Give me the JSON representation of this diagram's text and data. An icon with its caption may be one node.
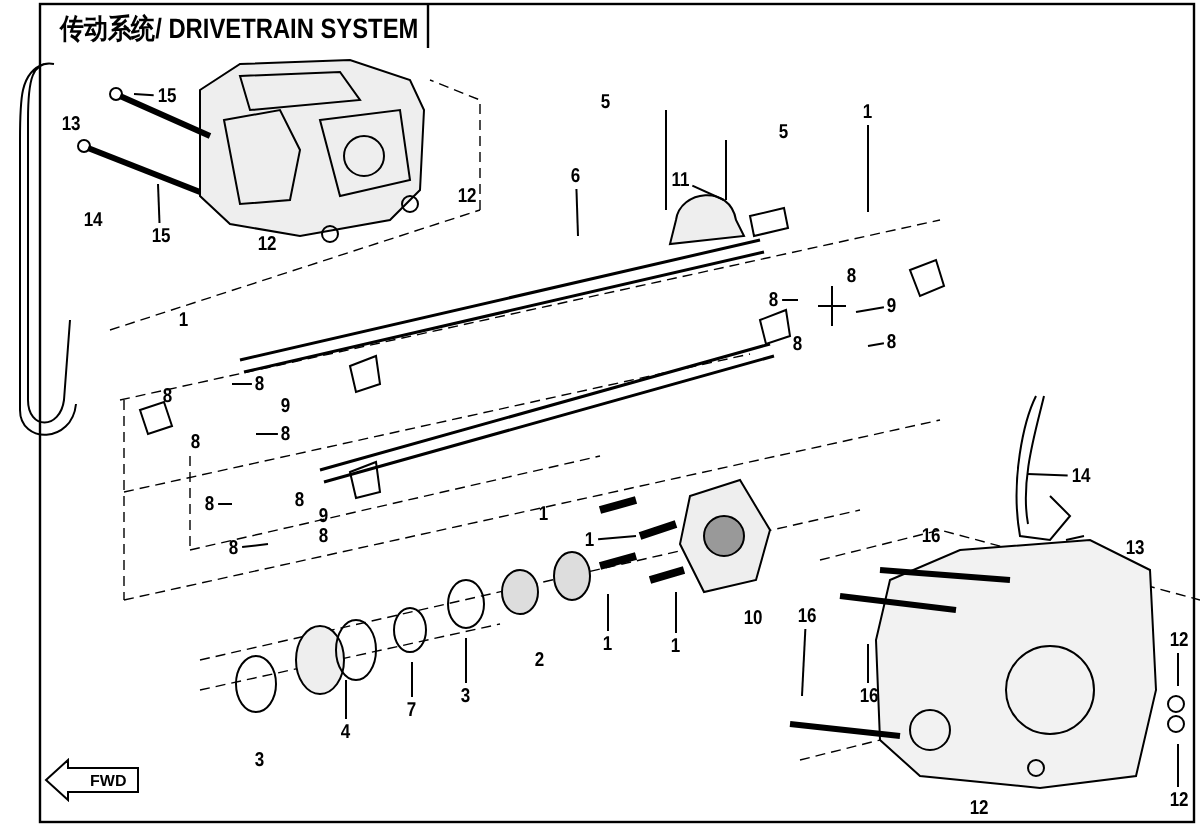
{
  "diagram": {
    "title": "传动系统/ DRIVETRAIN SYSTEM",
    "nodes": [
      {
        "text": [
          "15"
        ]
      },
      {
        "text": [
          "15"
        ]
      },
      {
        "text": [
          "6"
        ]
      },
      {
        "text": [
          "1"
        ]
      },
      {
        "text": [
          "11"
        ]
      },
      {
        "text": [
          "8"
        ]
      },
      {
        "text": [
          "9"
        ]
      },
      {
        "text": [
          "8"
        ]
      },
      {
        "text": [
          "8"
        ]
      },
      {
        "text": [
          "8"
        ]
      },
      {
        "text": [
          "8"
        ]
      },
      {
        "text": [
          "8"
        ]
      },
      {
        "text": [
          "1"
        ]
      },
      {
        "text": [
          "14"
        ]
      },
      {
        "text": [
          "1"
        ]
      },
      {
        "text": [
          "1"
        ]
      },
      {
        "text": [
          "16"
        ]
      },
      {
        "text": [
          "16"
        ]
      },
      {
        "text": [
          "4"
        ]
      },
      {
        "text": [
          "7"
        ]
      },
      {
        "text": [
          "3"
        ]
      },
      {
        "text": [
          "12"
        ]
      },
      {
        "text": [
          "12"
        ]
      }
    ],
    "edges": [
      {
        "from": 0,
        "to": null,
        "arrow": "none"
      },
      {
        "from": 1,
        "to": null,
        "arrow": "none"
      },
      {
        "from": 2,
        "to": null,
        "arrow": "none"
      },
      {
        "from": 3,
        "to": null,
        "arrow": "none"
      },
      {
        "from": 4,
        "to": null,
        "arrow": "none"
      },
      {
        "from": 5,
        "to": null,
        "arrow": "none"
      },
      {
        "from": 6,
        "to": null,
        "arrow": "none"
      },
      {
        "from": 7,
        "to": null,
        "arrow": "none"
      },
      {
        "from": 8,
        "to": null,
        "arrow": "none"
      },
      {
        "from": 9,
        "to": null,
        "arrow": "none"
      },
      {
        "from": 10,
        "to": null,
        "arrow": "none"
      },
      {
        "from": 11,
        "to": null,
        "arrow": "none"
      },
      {
        "from": 12,
        "to": null,
        "arrow": "none"
      },
      {
        "from": 13,
        "to": null,
        "arrow": "none"
      },
      {
        "from": 14,
        "to": null,
        "arrow": "none"
      },
      {
        "from": 15,
        "to": null,
        "arrow": "none"
      },
      {
        "from": 16,
        "to": null,
        "arrow": "none"
      },
      {
        "from": 17,
        "to": null,
        "arrow": "none"
      },
      {
        "from": 18,
        "to": null,
        "arrow": "none"
      },
      {
        "from": 19,
        "to": null,
        "arrow": "none"
      },
      {
        "from": 20,
        "to": null,
        "arrow": "none"
      },
      {
        "from": 21,
        "to": null,
        "arrow": "none"
      },
      {
        "from": 22,
        "to": null,
        "arrow": "none"
      }
    ],
    "labels": [
      "13",
      "5",
      "5",
      "12",
      "14",
      "12",
      "8",
      "1",
      "8",
      "8",
      "9",
      "8",
      "8",
      "1",
      "9",
      "8",
      "16",
      "13",
      "10",
      "2",
      "3",
      "12",
      "FWD"
    ]
  }
}
